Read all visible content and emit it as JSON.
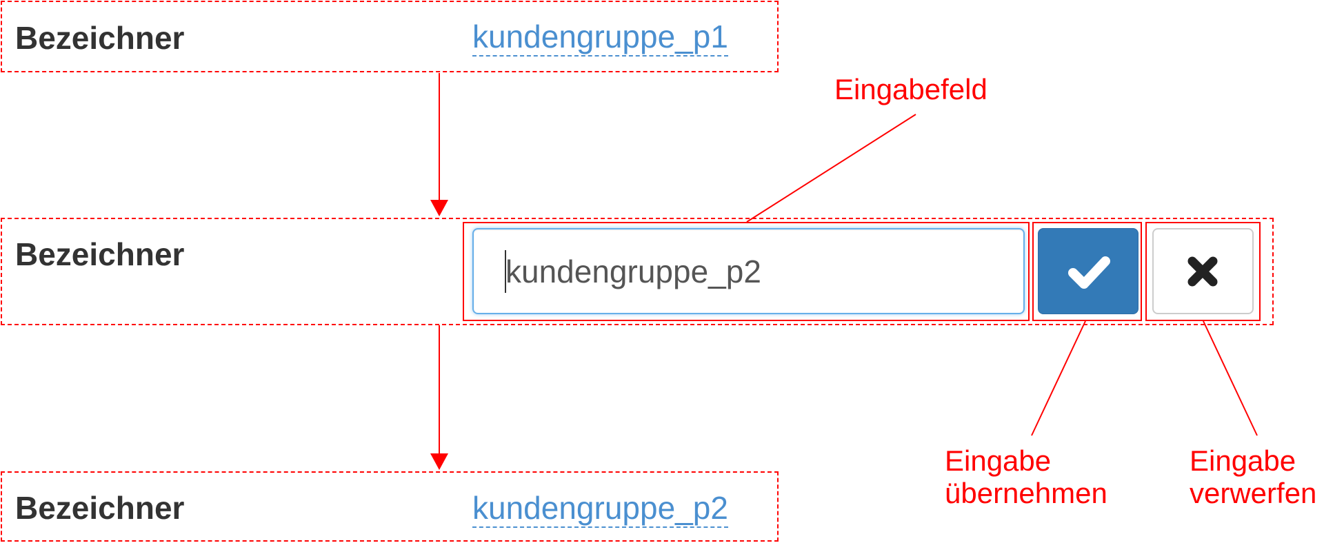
{
  "states": [
    {
      "label": "Bezeichner",
      "value": "kundengruppe_p1"
    },
    {
      "label": "Bezeichner",
      "input_value": "kundengruppe_p2"
    },
    {
      "label": "Bezeichner",
      "value": "kundengruppe_p2"
    }
  ],
  "annotations": {
    "input_field": "Eingabefeld",
    "accept": [
      "Eingabe",
      "übernehmen"
    ],
    "discard": [
      "Eingabe",
      "verwerfen"
    ]
  },
  "icons": {
    "accept": "check-icon",
    "discard": "close-icon"
  },
  "colors": {
    "annotation": "#ff0000",
    "link": "#4a8fd0",
    "primary_button": "#337ab7",
    "label": "#333333"
  }
}
